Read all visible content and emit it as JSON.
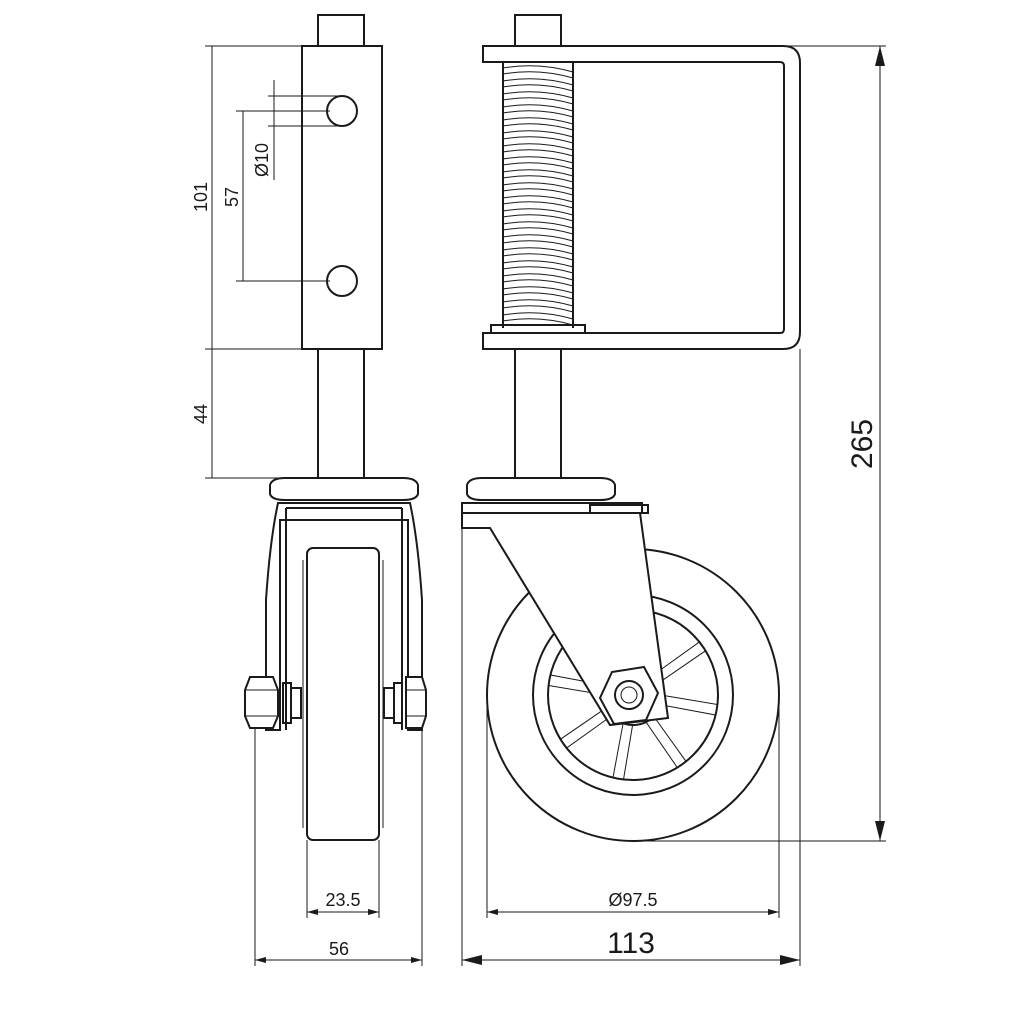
{
  "dimensions": {
    "mount_height": "101",
    "hole_spacing": "57",
    "hole_diameter": "Ø10",
    "stem_length": "44",
    "total_height": "265",
    "wheel_width": "23.5",
    "fork_width": "56",
    "wheel_diameter": "Ø97.5",
    "total_length": "113"
  }
}
